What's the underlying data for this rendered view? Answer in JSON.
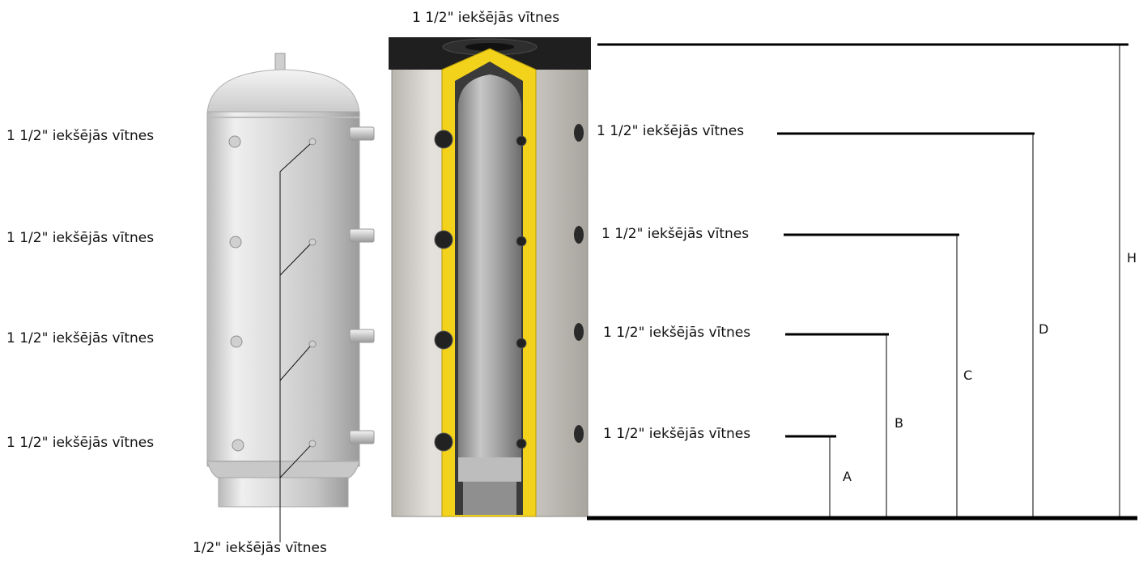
{
  "labels": {
    "top_port": "1 1/2\"  iekšējās vītnes",
    "left_port_1": "1 1/2\"  iekšējās vītnes",
    "left_port_2": "1 1/2\"  iekšējās vītnes",
    "left_port_3": "1 1/2\"  iekšējās vītnes",
    "left_port_4": "1 1/2\"  iekšējās vītnes",
    "bottom_sensor": "1/2\"  iekšējās vītnes",
    "right_port_1": "1 1/2\"  iekšējās vītnes",
    "right_port_2": "1 1/2\"  iekšējās vītnes",
    "right_port_3": "1 1/2\"  iekšējās vītnes",
    "right_port_4": "1 1/2\"  iekšējās vītnes"
  },
  "dimensions": {
    "a": "A",
    "b": "B",
    "c": "C",
    "d": "D",
    "h": "H"
  },
  "colors": {
    "steel_light": "#e8e8e8",
    "steel_dark": "#a9a9a9",
    "insulation_yellow": "#f2d21a",
    "jacket_grey": "#d9d6d2",
    "cap_black": "#1f1f1f",
    "line": "#000000"
  }
}
